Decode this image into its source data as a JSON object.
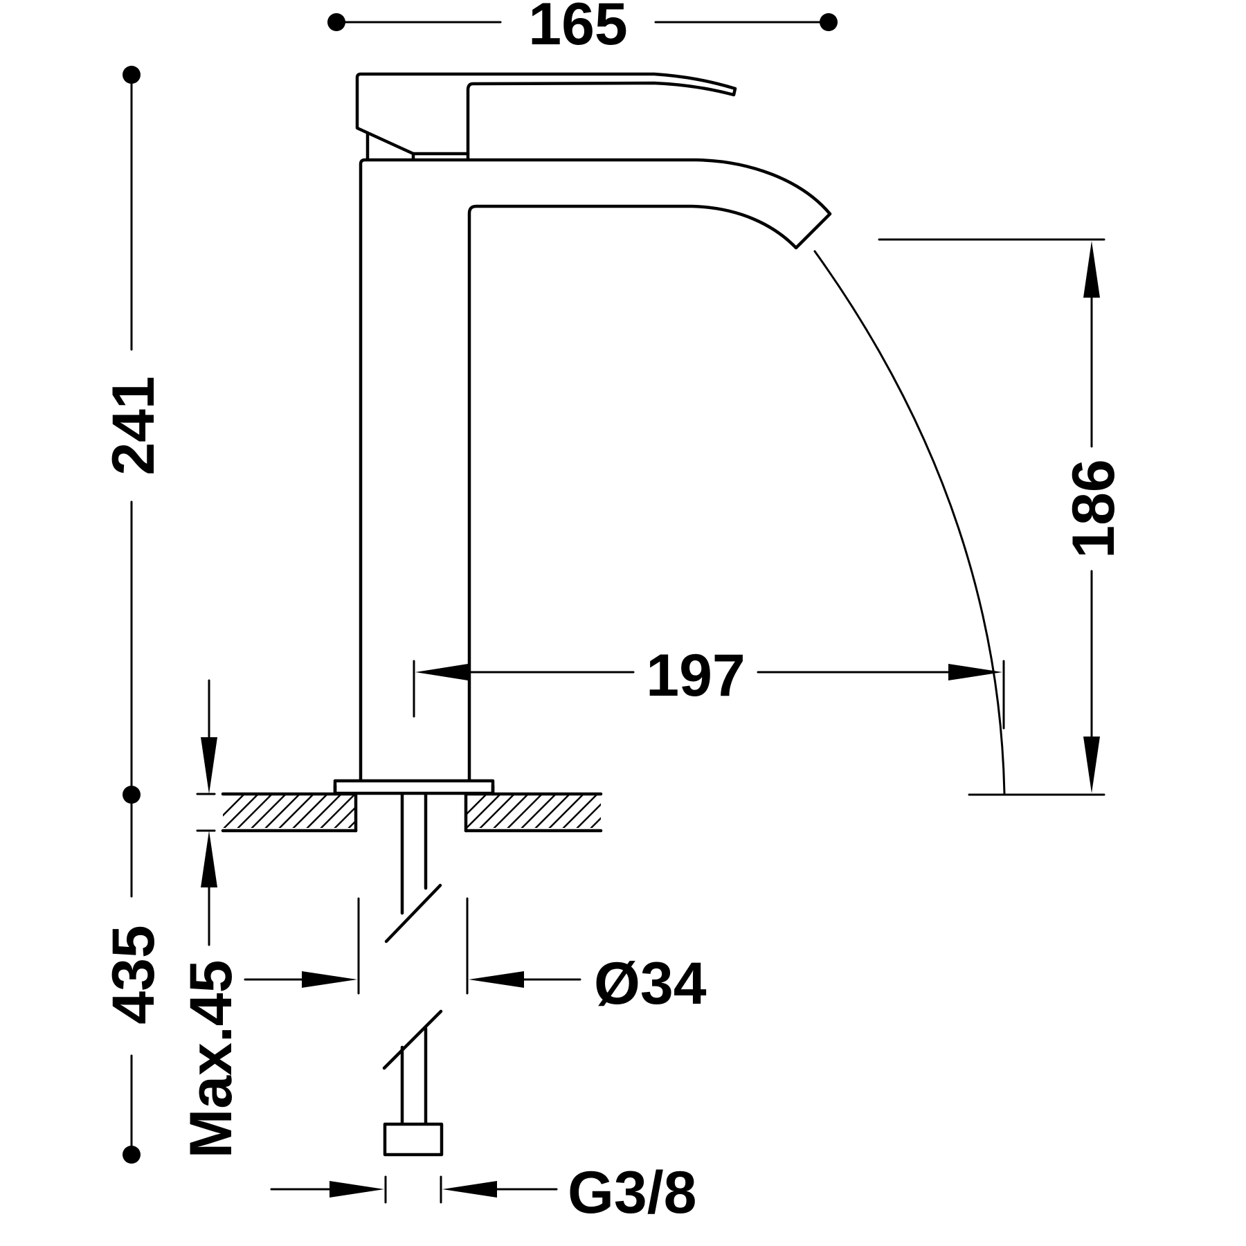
{
  "dimensions": {
    "width_top": "165",
    "height_total": "241",
    "spout_height": "186",
    "spout_reach": "197",
    "below_deck": "435",
    "deck_thickness": "Max.45",
    "hole_diameter": "Ø34",
    "connection_thread": "G3/8"
  }
}
